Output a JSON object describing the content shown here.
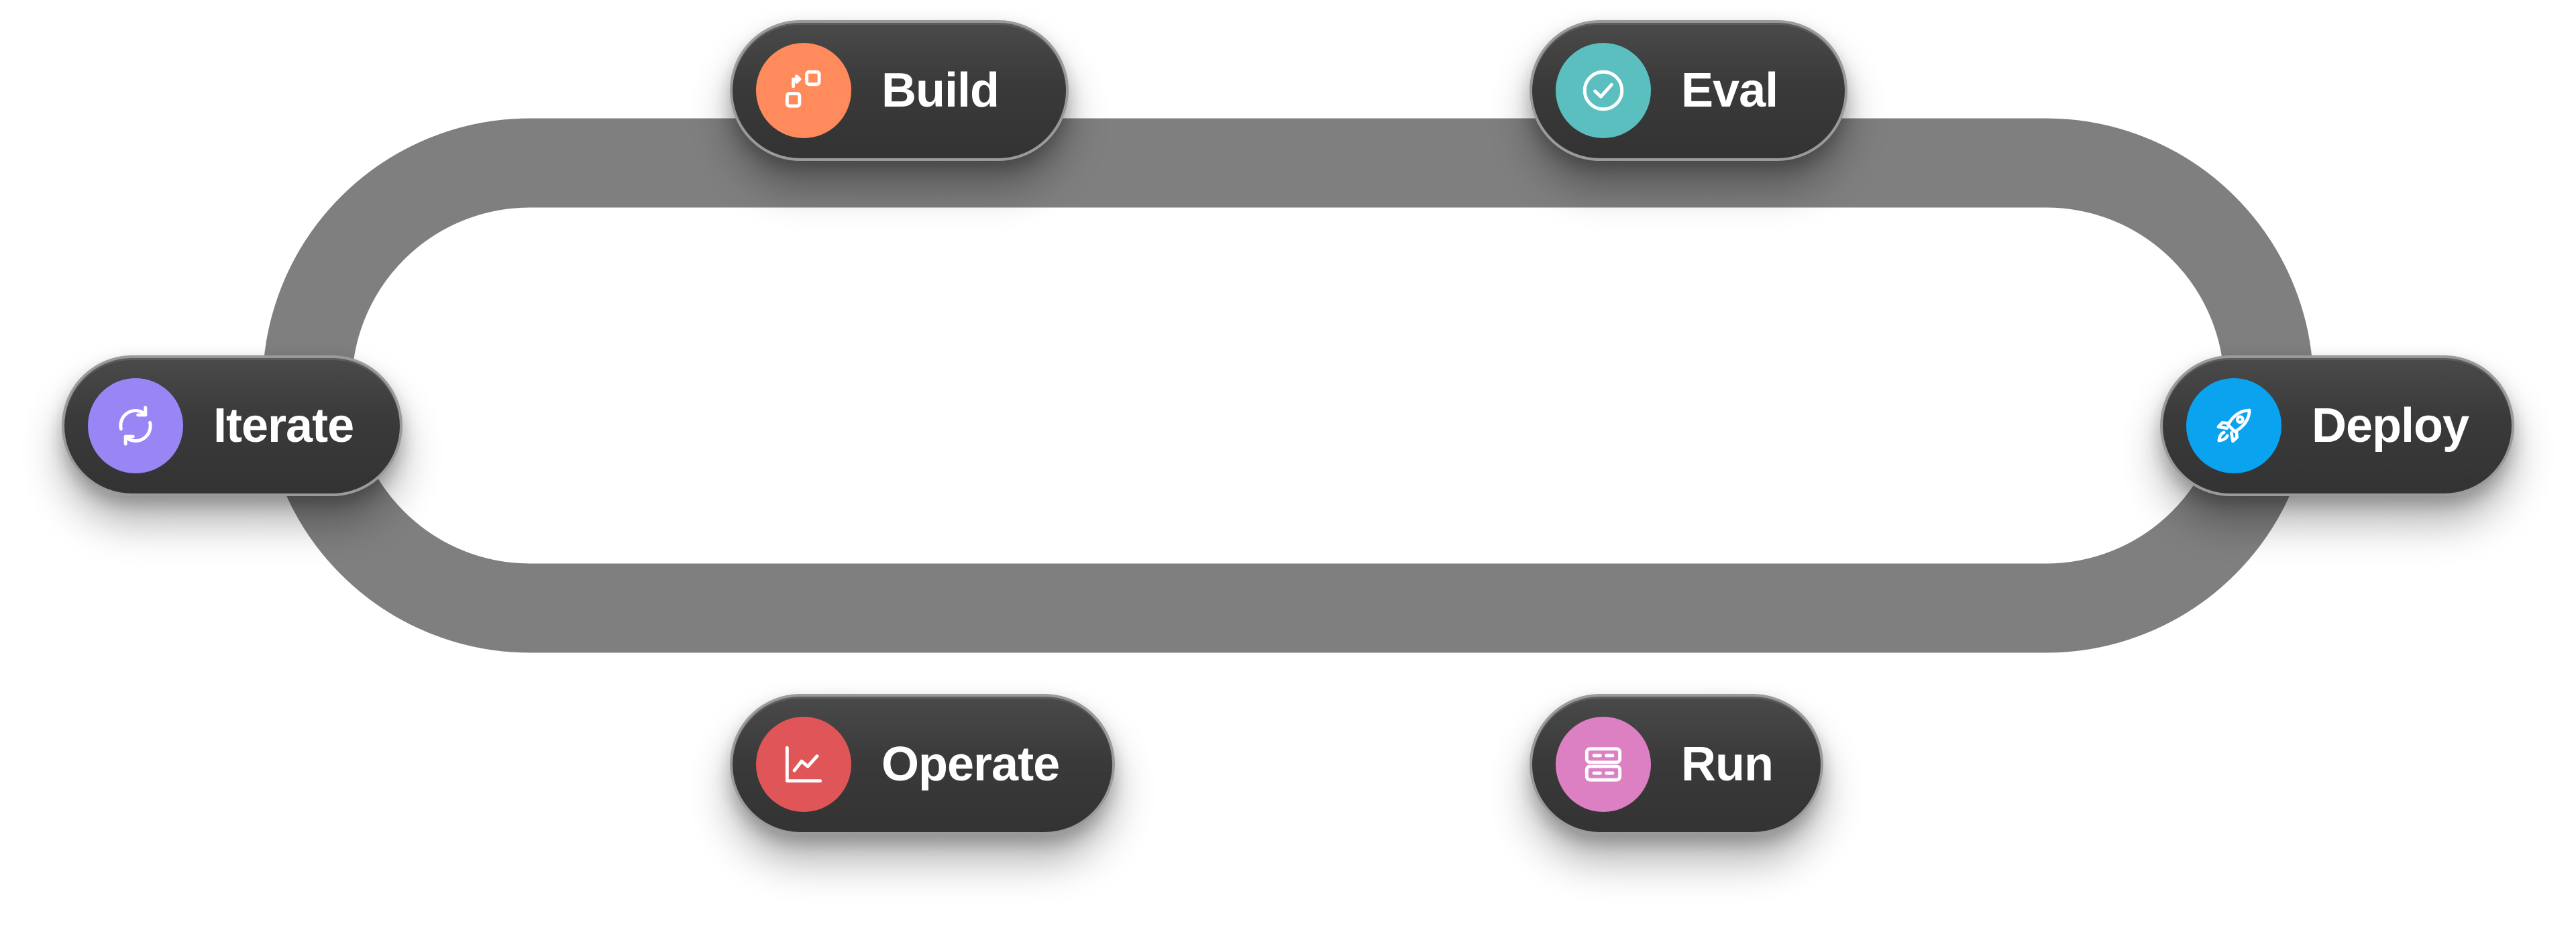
{
  "colors": {
    "track": "#7f7f7f",
    "pill": "#3a3a3a",
    "label_text": "#ffffff"
  },
  "steps": [
    {
      "id": "build",
      "label": "Build",
      "icon": "components-icon",
      "color": "#ff8a5b"
    },
    {
      "id": "eval",
      "label": "Eval",
      "icon": "check-circle-icon",
      "color": "#5bbfc0"
    },
    {
      "id": "deploy",
      "label": "Deploy",
      "icon": "rocket-icon",
      "color": "#0aa3f0"
    },
    {
      "id": "run",
      "label": "Run",
      "icon": "server-icon",
      "color": "#dd7fc3"
    },
    {
      "id": "operate",
      "label": "Operate",
      "icon": "line-chart-icon",
      "color": "#e05658"
    },
    {
      "id": "iterate",
      "label": "Iterate",
      "icon": "refresh-icon",
      "color": "#9a85f5"
    }
  ]
}
